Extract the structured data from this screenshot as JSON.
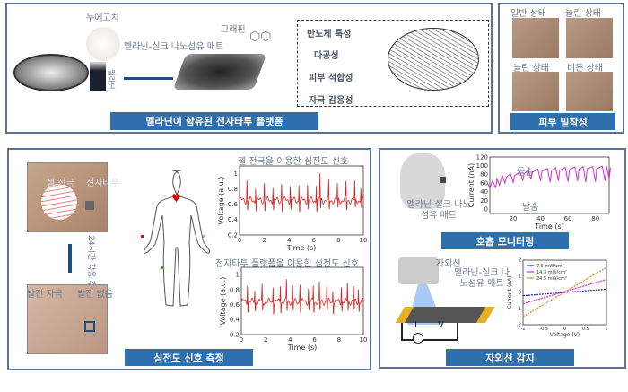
{
  "platform": {
    "silkworm_cocoon": "누에고치",
    "melanin": "멜라닌",
    "mat_label": "멜라닌-실크 나노섬유 매트",
    "graphene": "그래핀",
    "properties": [
      "반도체 특성",
      "다공성",
      "피부 적합성",
      "자극 감응성"
    ],
    "button": "멜라닌이 함유된 전자타투 플랫폼"
  },
  "skin_adhesion": {
    "states": [
      "일반 상태",
      "눌린 상태",
      "늘린 상태",
      "비튼 상태"
    ],
    "button": "피부 밀착성"
  },
  "ecg": {
    "gel_electrode": "젤 전극",
    "e_tattoo": "전자타투",
    "after_24h": "24시간 착용 후",
    "rash_irritation": "발진 자극",
    "no_rash": "발진 없음",
    "button": "심전도 신호 측정"
  },
  "breathing": {
    "mat_label": "멜라닌-실크 나노섬유 매트",
    "inhale": "들숨",
    "exhale": "날숨",
    "button": "호흡 모니터링"
  },
  "uv": {
    "uv_label": "자외선",
    "mat_label": "멜라닌-실크 나노섬유 매트",
    "I": "I",
    "V": "V",
    "button": "자외선 감지"
  },
  "colors": {
    "accent": "#2e6fad",
    "border": "#5a7398",
    "ecg_line": "#e02020",
    "breath_line": "#cc33cc"
  },
  "chart_data": [
    {
      "id": "ecg_gel",
      "type": "line",
      "title": "젤 전극을 이용한 심전도 신호",
      "xlabel": "Time (s)",
      "ylabel": "Voltage (a.u.)",
      "xlim": [
        0,
        10
      ],
      "ylim": [
        0.2,
        1.1
      ],
      "xticks": [
        0,
        2,
        4,
        6,
        8,
        10
      ],
      "yticks": [
        0.2,
        0.4,
        0.6,
        0.8,
        1.0
      ],
      "baseline": 0.65,
      "r_peaks_t": [
        0.6,
        1.3,
        2.0,
        2.7,
        3.4,
        4.1,
        4.8,
        5.5,
        6.2,
        6.5,
        7.2,
        7.9,
        8.6,
        9.3,
        9.8
      ],
      "r_peaks_v": [
        0.92,
        0.85,
        0.88,
        0.85,
        0.88,
        0.86,
        0.88,
        0.86,
        0.88,
        1.0,
        0.88,
        0.86,
        0.88,
        0.88,
        0.82
      ]
    },
    {
      "id": "ecg_tattoo",
      "type": "line",
      "title": "전자타투 플랫폼을 이용한 심전도 신호",
      "xlabel": "Time (s)",
      "ylabel": "Voltage (a.u.)",
      "xlim": [
        0,
        10
      ],
      "ylim": [
        0.2,
        1.1
      ],
      "xticks": [
        0,
        2,
        4,
        6,
        8,
        10
      ],
      "yticks": [
        0.2,
        0.4,
        0.6,
        0.8,
        1.0
      ],
      "baseline": 0.64,
      "r_peaks_t": [
        0.5,
        1.1,
        1.7,
        2.6,
        3.2,
        3.7,
        4.2,
        4.8,
        5.5,
        5.9,
        6.4,
        7.0,
        7.5,
        8.2,
        8.7,
        9.2,
        9.6
      ],
      "r_peaks_v": [
        0.9,
        0.8,
        0.85,
        0.86,
        0.88,
        0.92,
        0.85,
        0.9,
        0.82,
        0.86,
        0.88,
        0.85,
        0.8,
        0.86,
        0.9,
        0.84,
        0.82
      ]
    },
    {
      "id": "breathing",
      "type": "line",
      "xlabel": "Time (s)",
      "ylabel": "Current (nA)",
      "xlim": [
        3,
        90
      ],
      "ylim": [
        -10,
        120
      ],
      "xticks": [
        20,
        40,
        60,
        80
      ],
      "yticks": [
        0,
        20,
        40,
        60,
        80,
        100,
        120
      ],
      "x": [
        3,
        7,
        10,
        14,
        20,
        27,
        33,
        40,
        47,
        53,
        60,
        67,
        73,
        80,
        87,
        90
      ],
      "inhale_peak": [
        62,
        66,
        72,
        78,
        82,
        86,
        90,
        92,
        94,
        95,
        96,
        97,
        98,
        98,
        99,
        100
      ],
      "exhale_dip": [
        48,
        50,
        55,
        60,
        62,
        65,
        68,
        65,
        62,
        65,
        63,
        65,
        62,
        63,
        65,
        70
      ]
    },
    {
      "id": "uv_iv",
      "type": "line",
      "xlabel": "Voltage (V)",
      "ylabel": "Current (nA)",
      "xlim": [
        -1,
        1
      ],
      "ylim": [
        -2,
        2
      ],
      "xticks": [
        -1.0,
        -0.5,
        0.0,
        0.5,
        1.0
      ],
      "yticks": [
        -2,
        -1,
        0,
        1,
        2
      ],
      "legend": "top-left",
      "series": [
        {
          "name": "7.5 mW/cm²",
          "color": "#2222cc",
          "x": [
            -1,
            1
          ],
          "y": [
            -0.2,
            0.2
          ]
        },
        {
          "name": "14.3 mW/cm²",
          "color": "#dd22dd",
          "x": [
            -1,
            1
          ],
          "y": [
            -0.7,
            0.8
          ]
        },
        {
          "name": "24.5 mW/cm²",
          "color": "#f08020",
          "x": [
            -1,
            1
          ],
          "y": [
            -1.5,
            1.55
          ]
        }
      ]
    }
  ]
}
